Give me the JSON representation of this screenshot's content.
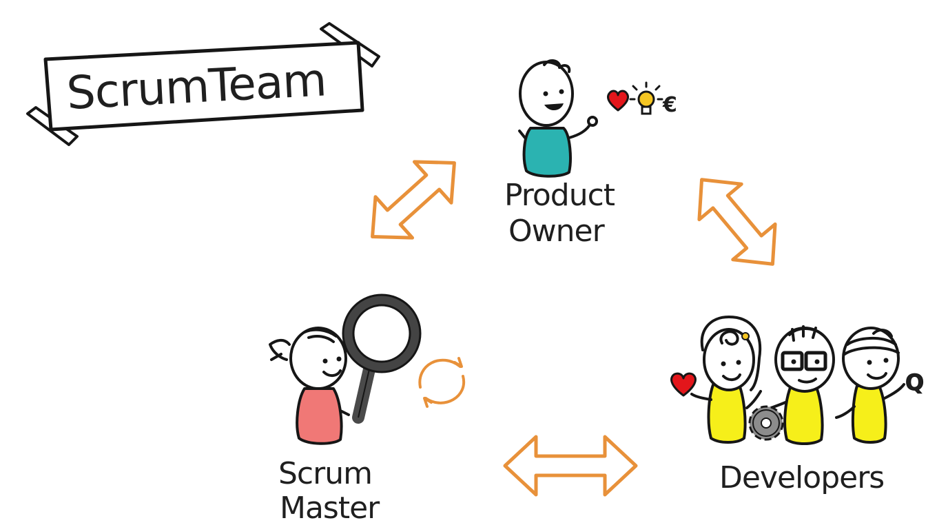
{
  "title": "ScrumTeam",
  "roles": {
    "product_owner": {
      "line1": "Product",
      "line2": "Owner"
    },
    "scrum_master": {
      "line1": "Scrum",
      "line2": "Master"
    },
    "developers": {
      "label": "Developers"
    }
  },
  "symbols": {
    "currency": "€",
    "quality": "Q"
  },
  "icons": [
    "heart-icon",
    "lightbulb-icon",
    "euro-icon",
    "magnifying-glass-icon",
    "cycle-icon",
    "gear-icon",
    "quality-q-icon"
  ],
  "colors": {
    "arrow": "#e8913a",
    "product_owner_body": "#2bb3b1",
    "scrum_master_body": "#f07876",
    "developer_body": "#f6ef1a",
    "heart": "#e3161b",
    "bulb": "#f5c623",
    "quality": "#d8b21a",
    "gear": "#8c8c8c"
  }
}
